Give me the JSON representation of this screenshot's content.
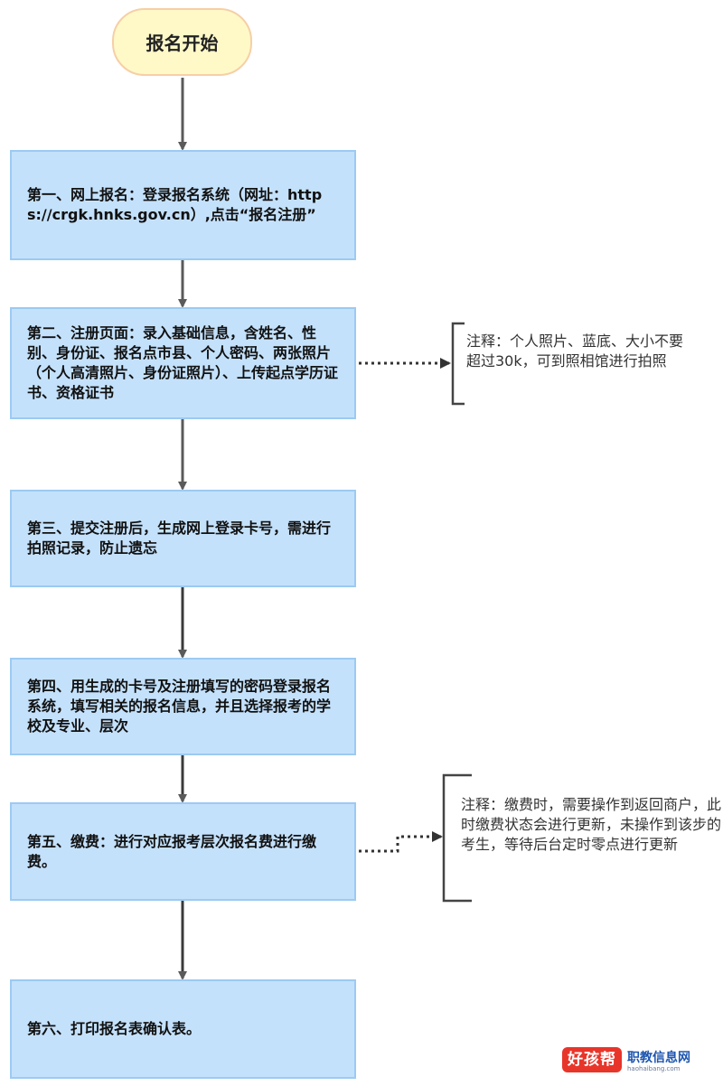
{
  "start": {
    "label": "报名开始"
  },
  "steps": [
    {
      "text": "第一、网上报名：登录报名系统（网址：https://crgk.hnks.gov.cn）,点击“报名注册”"
    },
    {
      "text": "第二、注册页面：录入基础信息，含姓名、性别、身份证、报名点市县、个人密码、两张照片（个人高清照片、身份证照片）、上传起点学历证书、资格证书"
    },
    {
      "text": "第三、提交注册后，生成网上登录卡号，需进行拍照记录，防止遗忘"
    },
    {
      "text": "第四、用生成的卡号及注册填写的密码登录报名系统，填写相关的报名信息，并且选择报考的学校及专业、层次"
    },
    {
      "text": "第五、缴费：进行对应报考层次报名费进行缴费。"
    },
    {
      "text": "第六、打印报名表确认表。"
    }
  ],
  "notes": [
    {
      "text": "注释：个人照片、蓝底、大小不要超过30k，可到照相馆进行拍照"
    },
    {
      "text": "注释：缴费时，需要操作到返回商户，此时缴费状态会进行更新，未操作到该步的考生，等待后台定时零点进行更新"
    }
  ],
  "colors": {
    "start_fill": "#fff9c8",
    "start_border": "#f6cfa6",
    "step_fill": "#c4e1fb",
    "step_border": "#9ccaf2",
    "arrow": "#5a5a5a",
    "bracket": "#444444"
  },
  "watermark": {
    "logo": "好孩帮",
    "name": "职教信息网",
    "url": "haohaibang.com"
  }
}
